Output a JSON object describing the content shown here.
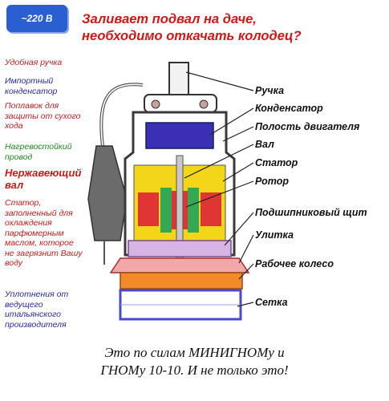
{
  "badge": "~220 В",
  "headline": [
    "Заливает подвал на даче,",
    "необходимо откачать колодец?"
  ],
  "features": [
    {
      "text": "Удобная ручка",
      "color": "#c02020"
    },
    {
      "text": "Импортный конденсатор",
      "color": "#2a2aa0"
    },
    {
      "text": "Поплавок для защиты от сухого хода",
      "color": "#c02020"
    },
    {
      "text": "Нагревостойкий провод",
      "color": "#1f8a1f"
    },
    {
      "text": "Нержавеющий вал",
      "color": "#d01818"
    },
    {
      "text": "Статор, заполненный для охлаждения парфюмерным маслом, которое не загрязнит Вашу воду",
      "color": "#d01818"
    },
    {
      "text": "Уплотнения от ведущего итальянского производителя",
      "color": "#2a2aa0"
    }
  ],
  "parts": [
    "Ручка",
    "Конденсатор",
    "Полость двигателя",
    "Вал",
    "Статор",
    "Ротор",
    "Подшипниковый щит",
    "Улитка",
    "Рабочее колесо",
    "Сетка"
  ],
  "footer": [
    "Это по силам МИНИГНОМу и",
    "ГНОМу 10-10. И не только это!"
  ],
  "colors": {
    "badge": "#2a5fd2",
    "headline": "#d01818",
    "capacitor": "#3a2fb5",
    "stator": "#f3d51a",
    "rotor_red": "#e03535",
    "rotor_green": "#35a855",
    "housing_outline": "#3a3a3a"
  }
}
